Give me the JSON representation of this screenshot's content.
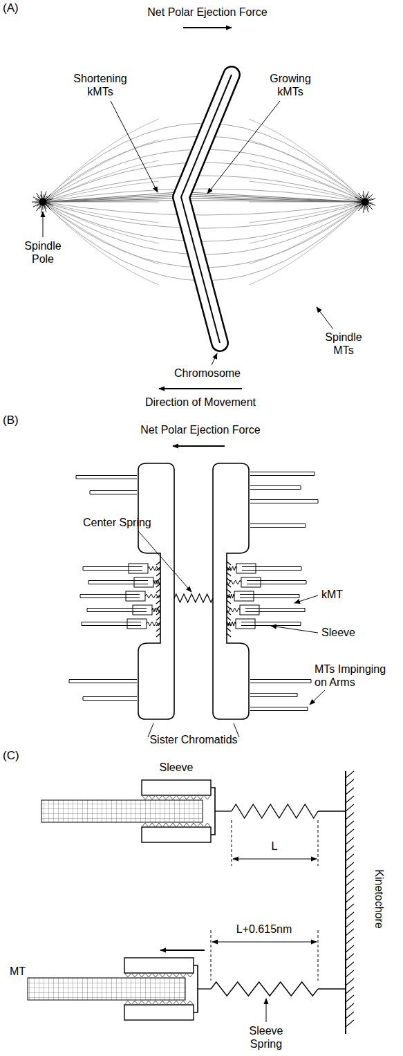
{
  "diagram": {
    "labels": [
      "(A)",
      "Net Polar Ejection Force",
      "Shortening kMTs",
      "Growing kMTs",
      "Spindle Pole",
      "Spindle MTs",
      "Chromosome",
      "Direction of Movement",
      "(B)",
      "Net Polar Ejection Force",
      "Center Spring",
      "kMT",
      "Sleeve",
      "MTs Impinging on Arms",
      "Sister Chromatids",
      "(C)",
      "Sleeve",
      "Kinetochore",
      "L",
      "MT",
      "L+0.615nm",
      "Sleeve Spring"
    ]
  }
}
